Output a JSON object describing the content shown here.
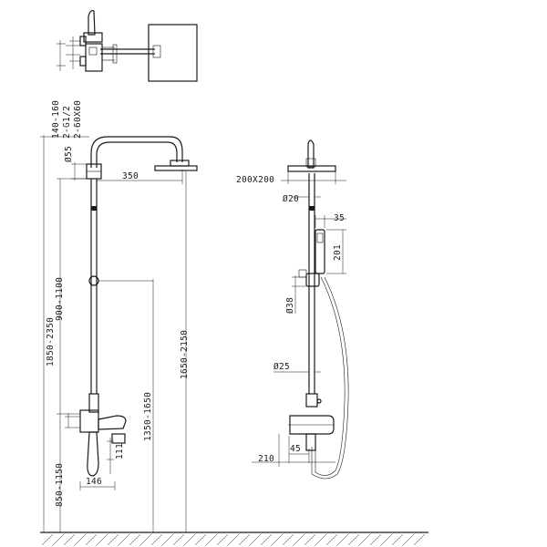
{
  "top_view": {
    "labels": [
      "140-160",
      "2-G1/2",
      "2-60X60"
    ]
  },
  "front_view": {
    "labels": {
      "overall_height": "1850-2350",
      "bar_height": "900-1100",
      "head_dia": "Ø55",
      "arm_reach": "350",
      "head_height": "1650-2150",
      "mixer_height": "1350-1650",
      "valve_height": "850-1150",
      "mixer_dim": "111",
      "mixer_width": "146"
    }
  },
  "side_view": {
    "labels": {
      "head_size": "200X200",
      "pipe_dia_top": "Ø20",
      "hand_shower_width": "35",
      "hand_shower_length": "201",
      "holder_dia": "Ø38",
      "pipe_dia_bottom": "Ø25",
      "spout_depth": "45",
      "spout_projection": "210"
    }
  }
}
